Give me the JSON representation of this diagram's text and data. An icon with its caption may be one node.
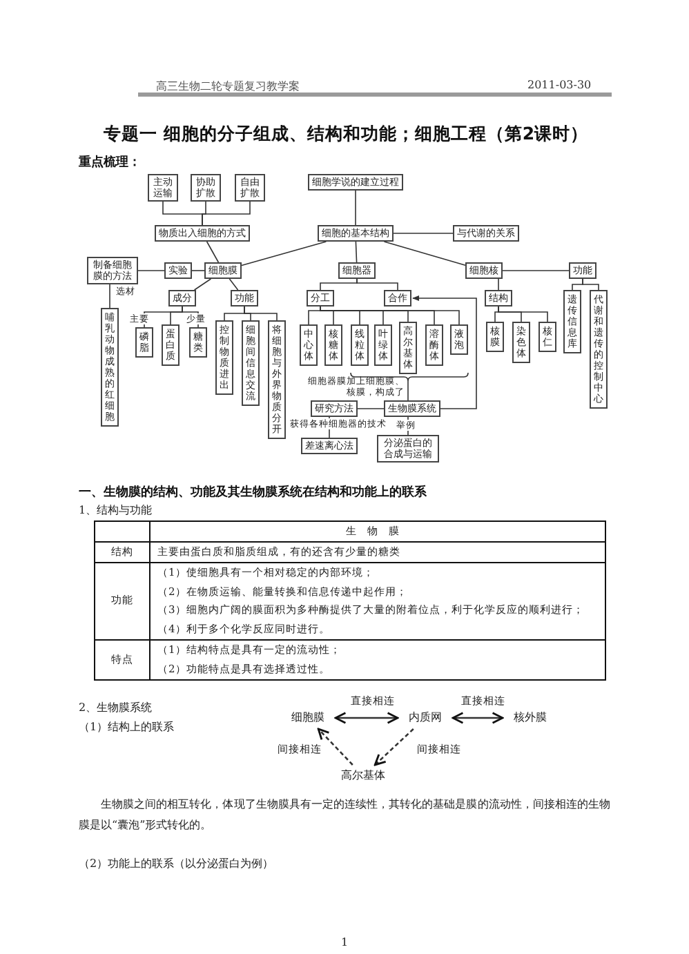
{
  "diagram": {
    "title": "专题一 细胞的分子组成、结构和功能；细胞工程（第2课时）",
    "nodes": [
      {
        "text": [
          "主动运输"
        ]
      },
      {
        "text": [
          "协助扩散"
        ]
      },
      {
        "text": [
          "自由扩散"
        ]
      },
      {
        "text": [
          "细胞学说的建立过程"
        ]
      },
      {
        "text": [
          "物质出入细胞的方式"
        ]
      },
      {
        "text": [
          "细胞的基本结构"
        ]
      },
      {
        "text": [
          "与代谢的关系"
        ]
      },
      {
        "text": [
          "制备细胞膜的方法"
        ]
      },
      {
        "text": [
          "实验"
        ]
      },
      {
        "text": [
          "细胞膜"
        ]
      },
      {
        "text": [
          "细胞器"
        ]
      },
      {
        "text": [
          "细胞核"
        ]
      },
      {
        "text": [
          "功能"
        ]
      },
      {
        "text": [
          "成分"
        ]
      },
      {
        "text": [
          "功能"
        ]
      },
      {
        "text": [
          "分工"
        ]
      },
      {
        "text": [
          "合作"
        ]
      },
      {
        "text": [
          "结构"
        ]
      },
      {
        "text": [
          "哺乳动物成熟的红细胞"
        ]
      },
      {
        "text": [
          "磷脂"
        ]
      },
      {
        "text": [
          "蛋白质"
        ]
      },
      {
        "text": [
          "糖类"
        ]
      },
      {
        "text": [
          "控制物质进出"
        ]
      },
      {
        "text": [
          "细胞间信息交流"
        ]
      },
      {
        "text": [
          "将细胞与外界物质分开"
        ]
      },
      {
        "text": [
          "中心体"
        ]
      },
      {
        "text": [
          "核糖体"
        ]
      },
      {
        "text": [
          "线粒体"
        ]
      },
      {
        "text": [
          "叶绿体"
        ]
      },
      {
        "text": [
          "高尔基体"
        ]
      },
      {
        "text": [
          "溶酶体"
        ]
      },
      {
        "text": [
          "液泡"
        ]
      },
      {
        "text": [],
        "shape": "brace"
      },
      {
        "text": [
          "核膜"
        ]
      },
      {
        "text": [
          "染色体"
        ]
      },
      {
        "text": [
          "核仁"
        ]
      },
      {
        "text": [
          "遗传信息库"
        ]
      },
      {
        "text": [
          "代谢和遗传的控制中心"
        ]
      },
      {
        "text": [
          "研究方法"
        ]
      },
      {
        "text": [
          "生物膜系统"
        ]
      },
      {
        "text": [
          "差速离心法"
        ]
      },
      {
        "text": [
          "分泌蛋白的合成与运输"
        ]
      },
      {
        "text": [
          "细胞膜"
        ]
      },
      {
        "text": [
          "内质网"
        ]
      },
      {
        "text": [
          "核外膜"
        ]
      },
      {
        "text": [
          "高尔基体"
        ]
      }
    ],
    "edges": [
      {
        "from": 0,
        "to": 4,
        "arrow": "none"
      },
      {
        "from": 1,
        "to": 4,
        "arrow": "none"
      },
      {
        "from": 2,
        "to": 4,
        "arrow": "none"
      },
      {
        "from": 4,
        "to": 9,
        "arrow": "none"
      },
      {
        "from": 3,
        "to": 5,
        "arrow": "none"
      },
      {
        "from": 5,
        "to": 6,
        "arrow": "none"
      },
      {
        "from": 5,
        "to": 9,
        "arrow": "none"
      },
      {
        "from": 5,
        "to": 10,
        "arrow": "none"
      },
      {
        "from": 5,
        "to": 11,
        "arrow": "none"
      },
      {
        "from": 7,
        "to": 8,
        "arrow": "none"
      },
      {
        "from": 8,
        "to": 9,
        "arrow": "none"
      },
      {
        "from": 7,
        "to": 18,
        "arrow": "none",
        "label": "选材"
      },
      {
        "from": 9,
        "to": 13,
        "arrow": "none"
      },
      {
        "from": 9,
        "to": 14,
        "arrow": "none"
      },
      {
        "from": 13,
        "to": 19,
        "arrow": "none",
        "label": "主要"
      },
      {
        "from": 13,
        "to": 20,
        "arrow": "none"
      },
      {
        "from": 13,
        "to": 21,
        "arrow": "none",
        "label": "少量"
      },
      {
        "from": 14,
        "to": 22,
        "arrow": "none"
      },
      {
        "from": 14,
        "to": 23,
        "arrow": "none"
      },
      {
        "from": 14,
        "to": 24,
        "arrow": "none"
      },
      {
        "from": 10,
        "to": 15,
        "arrow": "none"
      },
      {
        "from": 10,
        "to": 16,
        "arrow": "none"
      },
      {
        "from": 15,
        "to": 25,
        "arrow": "none"
      },
      {
        "from": 15,
        "to": 26,
        "arrow": "none"
      },
      {
        "from": 15,
        "to": 27,
        "arrow": "none"
      },
      {
        "from": 15,
        "to": 28,
        "arrow": "none"
      },
      {
        "from": 15,
        "to": 29,
        "arrow": "none"
      },
      {
        "from": 15,
        "to": 30,
        "arrow": "none"
      },
      {
        "from": 15,
        "to": 31,
        "arrow": "none"
      },
      {
        "from": 11,
        "to": 12,
        "arrow": "none"
      },
      {
        "from": 11,
        "to": 17,
        "arrow": "none"
      },
      {
        "from": 17,
        "to": 33,
        "arrow": "none"
      },
      {
        "from": 17,
        "to": 34,
        "arrow": "none"
      },
      {
        "from": 17,
        "to": 35,
        "arrow": "none"
      },
      {
        "from": 12,
        "to": 36,
        "arrow": "none"
      },
      {
        "from": 12,
        "to": 37,
        "arrow": "none"
      },
      {
        "from": 32,
        "to": 39,
        "arrow": "none",
        "label": "细胞器膜加上细胞膜、核膜，构成了"
      },
      {
        "from": 38,
        "to": 39,
        "arrow": "none"
      },
      {
        "from": 38,
        "to": 40,
        "arrow": "none",
        "label": "获得各种细胞器的技术"
      },
      {
        "from": 39,
        "to": 41,
        "arrow": "none",
        "label": "举例"
      },
      {
        "from": 39,
        "to": 16,
        "arrow": "to"
      },
      {
        "from": 42,
        "to": 43,
        "arrow": "both",
        "label": "直接相连"
      },
      {
        "from": 43,
        "to": 44,
        "arrow": "both",
        "label": "直接相连"
      },
      {
        "from": 45,
        "to": 42,
        "arrow": "to",
        "style": "dashed",
        "label": "间接相连"
      },
      {
        "from": 43,
        "to": 45,
        "arrow": "to",
        "style": "dashed",
        "label": "间接相连"
      }
    ],
    "labels": [
      "高三生物二轮专题复习教学案",
      "2011-03-30",
      "重点梳理：",
      "一、生物膜的结构、功能及其生物膜系统在结构和功能上的联系",
      "1、结构与功能",
      "生物膜",
      "结构",
      "主要由蛋白质和脂质组成，有的还含有少量的糖类",
      "功能",
      "（1）使细胞具有一个相对稳定的内部环境；",
      "（2）在物质运输、能量转换和信息传递中起作用；",
      "（3）细胞内广阔的膜面积为多种酶提供了大量的附着位点，利于化学反应的顺利进行；",
      "（4）利于多个化学反应同时进行。",
      "特点",
      "（1）结构特点是具有一定的流动性；",
      "（2）功能特点是具有选择透过性。",
      "2、生物膜系统",
      "（1）结构上的联系",
      "生物膜之间的相互转化，体现了生物膜具有一定的连续性，其转化的基础是膜的流动性，间接相连的生物膜是以“囊泡”形式转化的。",
      "（2）功能上的联系（以分泌蛋白为例）",
      "1"
    ]
  }
}
